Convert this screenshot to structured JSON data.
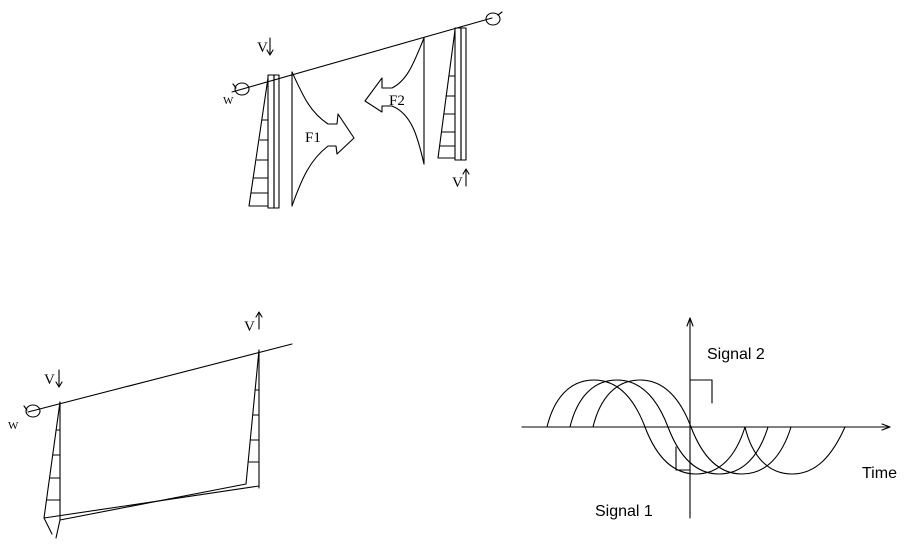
{
  "figure_top": {
    "label_v_left": "V",
    "label_v_right": "V",
    "label_w": "W",
    "label_f1": "F1",
    "label_f2": "F2"
  },
  "figure_bottom_left": {
    "label_v_left": "V",
    "label_v_right": "V",
    "label_w": "W"
  },
  "figure_signals": {
    "label_signal_2": "Signal 2",
    "label_signal_1": "Signal 1",
    "label_time": "Time"
  }
}
